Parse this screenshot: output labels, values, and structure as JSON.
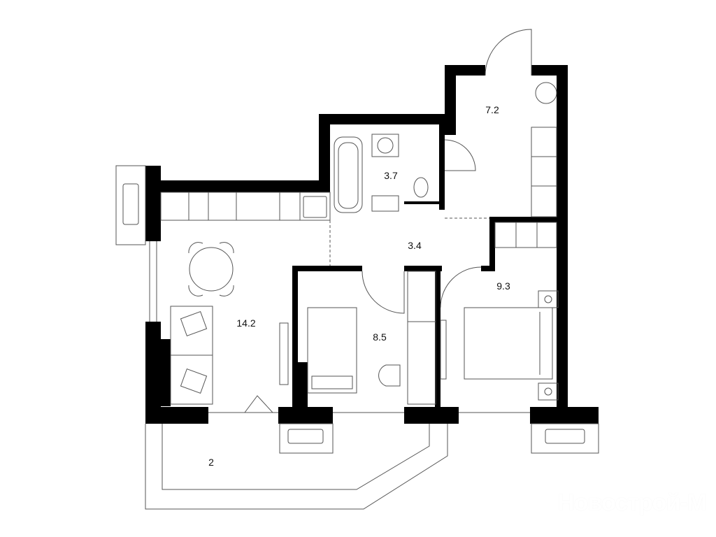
{
  "plan": {
    "rooms": [
      {
        "id": "hall",
        "area": "7.2"
      },
      {
        "id": "bathroom",
        "area": "3.7"
      },
      {
        "id": "corridor",
        "area": "3.4"
      },
      {
        "id": "kitchen-living",
        "area": "14.2"
      },
      {
        "id": "kids-room",
        "area": "8.5"
      },
      {
        "id": "bedroom",
        "area": "9.3"
      },
      {
        "id": "balcony",
        "area": "2"
      }
    ],
    "watermark": "Новострой-М",
    "colors": {
      "wall": "#000000",
      "line": "#555555",
      "background": "#ffffff"
    }
  }
}
